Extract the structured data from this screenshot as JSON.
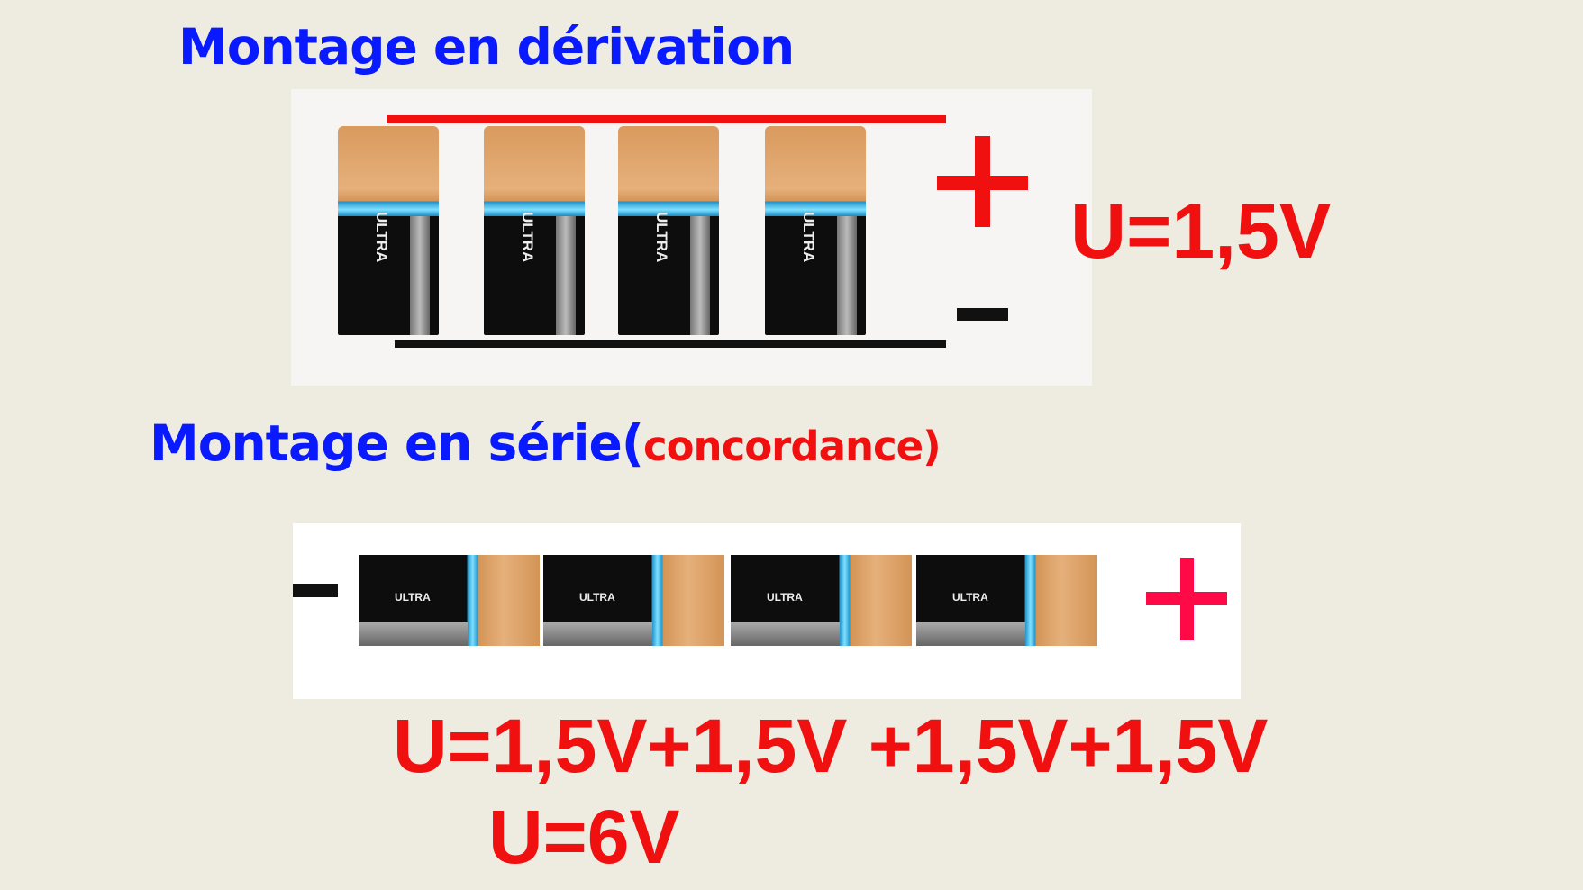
{
  "parallel": {
    "title": "Montage en dérivation",
    "plus_sign": "+",
    "minus_sign": "-",
    "voltage": "U=1,5V",
    "battery_label": "ULTRA",
    "wire_positive_color": "#f01010",
    "wire_negative_color": "#111111"
  },
  "series": {
    "title": "Montage en série(",
    "title_suffix": "concordance)",
    "plus_sign": "+",
    "minus_sign": "-",
    "battery_label": "ULTRA",
    "sum": "U=1,5V+1,5V +1,5V+1,5V",
    "result": "U=6V",
    "plus_color": "#ff0a46"
  }
}
